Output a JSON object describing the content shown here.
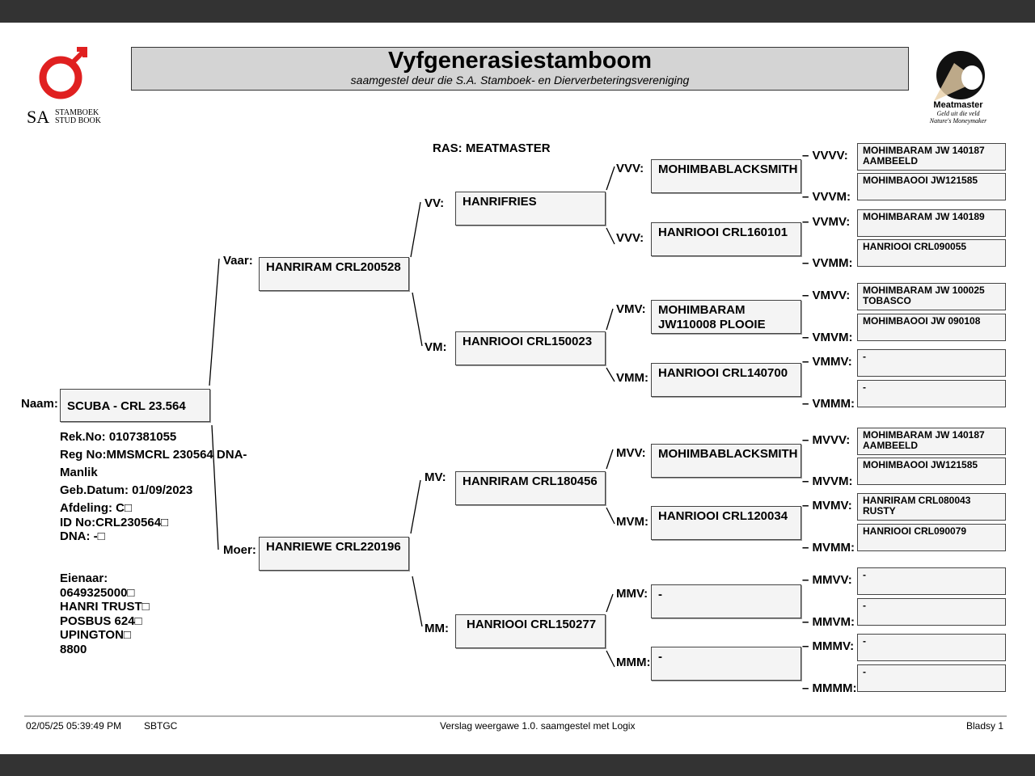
{
  "header": {
    "title": "Vyfgenerasiestamboom",
    "subtitle": "saamgestel deur die S.A. Stamboek- en Dierverbeteringsvereniging"
  },
  "logos": {
    "left": {
      "line1": "SA",
      "line2": "STAMBOEK",
      "line3": "STUD BOOK"
    },
    "right": {
      "brand": "Meatmaster",
      "tag1": "Geld uit die veld",
      "tag2": "Nature's Moneymaker"
    }
  },
  "breed": "RAS: MEATMASTER",
  "animal": {
    "label": "Naam:",
    "name": "SCUBA - CRL 23.564",
    "info": [
      "Rek.No: 0107381055",
      "Reg No:MMSMCRL 230564 DNA-",
      "Manlik",
      "Geb.Datum: 01/09/2023"
    ],
    "info2": [
      "Afdeling: C□",
      "ID No:CRL230564□",
      "DNA: -□"
    ],
    "owner": [
      "Eienaar:",
      "0649325000□",
      "HANRI TRUST□",
      "POSBUS 624□",
      "UPINGTON□",
      "8800"
    ]
  },
  "gen2": [
    {
      "label": "Vaar:",
      "name": "HANRIRAM CRL200528"
    },
    {
      "label": "Moer:",
      "name": "HANRIEWE CRL220196"
    }
  ],
  "gen3": [
    {
      "label": "VV:",
      "name": "HANRIFRIES"
    },
    {
      "label": "VM:",
      "name": "HANRIOOI CRL150023"
    },
    {
      "label": "MV:",
      "name": "HANRIRAM CRL180456"
    },
    {
      "label": "MM:",
      "name": "HANRIOOI CRL150277"
    }
  ],
  "gen4": [
    {
      "label": "VVV:",
      "name": "MOHIMBABLACKSMITH"
    },
    {
      "label": "VVV:",
      "name": "HANRIOOI CRL160101"
    },
    {
      "label": "VMV:",
      "name": "MOHIMBARAM JW110008 PLOOIE"
    },
    {
      "label": "VMM:",
      "name": "HANRIOOI CRL140700"
    },
    {
      "label": "MVV:",
      "name": "MOHIMBABLACKSMITH"
    },
    {
      "label": "MVM:",
      "name": "HANRIOOI CRL120034"
    },
    {
      "label": "MMV:",
      "name": "-"
    },
    {
      "label": "MMM:",
      "name": "-"
    }
  ],
  "gen5": [
    {
      "label": "VVVV:",
      "name": "MOHIMBARAM JW 140187 AAMBEELD"
    },
    {
      "label": "VVVM:",
      "name": "MOHIMBAOOI JW121585"
    },
    {
      "label": "VVMV:",
      "name": "MOHIMBARAM JW 140189"
    },
    {
      "label": "VVMM:",
      "name": "HANRIOOI CRL090055"
    },
    {
      "label": "VMVV:",
      "name": "MOHIMBARAM JW 100025 TOBASCO"
    },
    {
      "label": "VMVM:",
      "name": "MOHIMBAOOI JW 090108"
    },
    {
      "label": "VMMV:",
      "name": "-"
    },
    {
      "label": "VMMM:",
      "name": "-"
    },
    {
      "label": "MVVV:",
      "name": "MOHIMBARAM JW 140187 AAMBEELD"
    },
    {
      "label": "MVVM:",
      "name": "MOHIMBAOOI JW121585"
    },
    {
      "label": "MVMV:",
      "name": "HANRIRAM CRL080043 RUSTY"
    },
    {
      "label": "MVMM:",
      "name": "HANRIOOI CRL090079"
    },
    {
      "label": "MMVV:",
      "name": "-"
    },
    {
      "label": "MMVM:",
      "name": "-"
    },
    {
      "label": "MMMV:",
      "name": "-"
    },
    {
      "label": "MMMM:",
      "name": "-"
    }
  ],
  "footer": {
    "datetime": "02/05/25 05:39:49 PM",
    "code": "SBTGC",
    "report": "Verslag weergawe 1.0. saamgestel met Logix",
    "page": "Bladsy 1"
  }
}
